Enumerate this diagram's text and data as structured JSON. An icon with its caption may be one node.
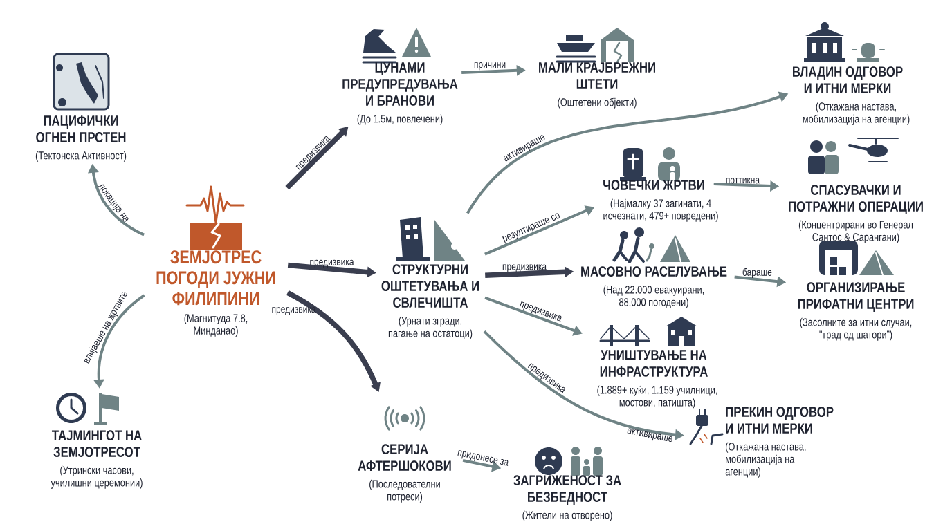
{
  "diagram": {
    "nodes": [
      {
        "text": [
          "ЗЕМЈОТРЕС ПОГОДИ ЈУЖНИ ФИЛИПИНИ",
          "(Магнитуда 7.8, Минданао)"
        ]
      },
      {
        "text": [
          "ПАЦИФИЧКИ ОГНЕН ПРСТЕН",
          "(Тектонска Активност)"
        ]
      },
      {
        "text": [
          "ЦУНАМИ ПРЕДУПРЕДУВАЊА И БРАНОВИ",
          "(До 1.5м, повлечени)"
        ]
      },
      {
        "text": [
          "МАЛИ КРАЈБРЕЖНИ ШТЕТИ",
          "(Оштетени објекти)"
        ]
      },
      {
        "text": [
          "ВЛАДИН ОДГОВОР И ИТНИ МЕРКИ",
          "(Откажана настава, мобилизација на агенции)"
        ]
      },
      {
        "text": [
          "СТРУКТУРНИ ОШТЕТУВАЊА И СВЛЕЧИШТА",
          "(Урнати згради, пагање на остатоци)"
        ]
      },
      {
        "text": [
          "ЧОВЕЧКИ ЖРТВИ",
          "(Најмалку 37 загинати, 4 исчезнати, 479+ повредени)"
        ]
      },
      {
        "text": [
          "СПАСУВАЧКИ И ПОТРАЖНИ ОПЕРАЦИИ",
          "(Концентрирани во Генерал Сантос & Сарангани)"
        ]
      },
      {
        "text": [
          "МАСОВНО РАСЕЛУВАЊЕ",
          "(Над 22.000 евакуирани, 88.000 погодени)"
        ]
      },
      {
        "text": [
          "ОРГАНИЗИРАЊЕ ПРИФАТНИ ЦЕНТРИ",
          "(Засолните за итни случаи, \"град од шатори”)"
        ]
      },
      {
        "text": [
          "УНИШТУВАЊЕ НА ИНФРАСТРУКТУРА",
          "(1.889+ куќи, 1.159 училници, мостови, патишта)"
        ]
      },
      {
        "text": [
          "ПРЕКИН ОДГОВОР И ИТНИ МЕРКИ",
          "(Откажана настава, мобилизација на агенции)"
        ]
      },
      {
        "text": [
          "ТАЈМИНГОТ НА ЗЕМЈОТРЕСОТ",
          "(Утрински часови, училишни церемонии)"
        ]
      },
      {
        "text": [
          "СЕРИЈА АФТЕРШОКОВИ",
          "(Последователни потреси)"
        ]
      },
      {
        "text": [
          "ЗАГРИЖЕНОСТ ЗА БЕЗБЕДНОСТ",
          "(Жители на отворено)"
        ]
      }
    ],
    "edges": [
      {
        "from": 0,
        "to": 1,
        "arrow": "to",
        "label": "локација на"
      },
      {
        "from": 0,
        "to": 2,
        "arrow": "to",
        "label": "предизвика",
        "style": "thick",
        "color": "#3a3e4f"
      },
      {
        "from": 0,
        "to": 5,
        "arrow": "to",
        "label": "предизвика",
        "style": "thick",
        "color": "#3a3e4f"
      },
      {
        "from": 0,
        "to": 12,
        "arrow": "to",
        "label": "влијаеше на жртвите"
      },
      {
        "from": 0,
        "to": 13,
        "arrow": "to",
        "label": "предизвика",
        "style": "thick",
        "color": "#3a3e4f"
      },
      {
        "from": 2,
        "to": 3,
        "arrow": "to",
        "label": "причини"
      },
      {
        "from": 5,
        "to": 4,
        "arrow": "to",
        "label": "активираше"
      },
      {
        "from": 5,
        "to": 6,
        "arrow": "to",
        "label": "резултираше со"
      },
      {
        "from": 5,
        "to": 8,
        "arrow": "to",
        "label": "предизвика",
        "style": "thick",
        "color": "#3a3e4f"
      },
      {
        "from": 5,
        "to": 10,
        "arrow": "to",
        "label": "предизвика"
      },
      {
        "from": 5,
        "to": 11,
        "arrow": "to",
        "label": "предизвика"
      },
      {
        "from": 6,
        "to": 7,
        "arrow": "to",
        "label": "поттикна"
      },
      {
        "from": 8,
        "to": 9,
        "arrow": "to",
        "label": "бараше"
      },
      {
        "from": 13,
        "to": 14,
        "arrow": "to",
        "label": "придонесе за"
      }
    ],
    "labels": [
      "активираше"
    ]
  }
}
